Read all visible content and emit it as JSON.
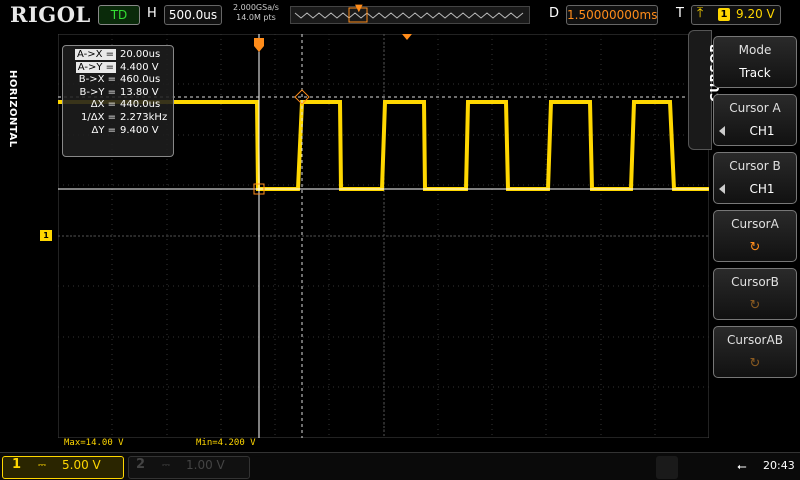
{
  "topbar": {
    "logo": "RIGOL",
    "run_state": "TD",
    "horizontal_letter": "H",
    "timebase": "500.0us",
    "sample_rate": "2.000GSa/s",
    "memory_depth": "14.0M pts",
    "delay_letter": "D",
    "delay": "1.50000000ms",
    "trigger_letter": "T",
    "trigger_channel": "1",
    "trigger_level": "9.20 V"
  },
  "left": {
    "horizontal_label": "HORIZONTAL",
    "channel_marker": "1"
  },
  "measurements": [
    {
      "key": "A->X =",
      "value": "20.00us",
      "highlight": true
    },
    {
      "key": "A->Y =",
      "value": "4.400 V",
      "highlight": true
    },
    {
      "key": "B->X =",
      "value": "460.0us",
      "highlight": false
    },
    {
      "key": "B->Y =",
      "value": "13.80 V",
      "highlight": false
    },
    {
      "key": "ΔX =",
      "value": "440.0us",
      "highlight": false
    },
    {
      "key": "1/ΔX =",
      "value": "2.273kHz",
      "highlight": false
    },
    {
      "key": "ΔY =",
      "value": "9.400 V",
      "highlight": false
    }
  ],
  "stats": {
    "max": "Max=14.00 V",
    "min": "Min=4.200 V"
  },
  "menu": {
    "title": "CURSOR",
    "mode_label": "Mode",
    "mode_value": "Track",
    "cursor_a_label": "Cursor A",
    "cursor_a_value": "CH1",
    "cursor_b_label": "Cursor B",
    "cursor_b_value": "CH1",
    "knob_a_label": "CursorA",
    "knob_b_label": "CursorB",
    "knob_ab_label": "CursorAB"
  },
  "bottombar": {
    "ch1_num": "1",
    "ch1_scale": "5.00 V",
    "ch2_num": "2",
    "ch2_scale": "1.00 V",
    "time": "20:43"
  },
  "colors": {
    "ch1": "#ffd700",
    "trigger": "#ff8c1a",
    "cursor": "#ffffff"
  }
}
